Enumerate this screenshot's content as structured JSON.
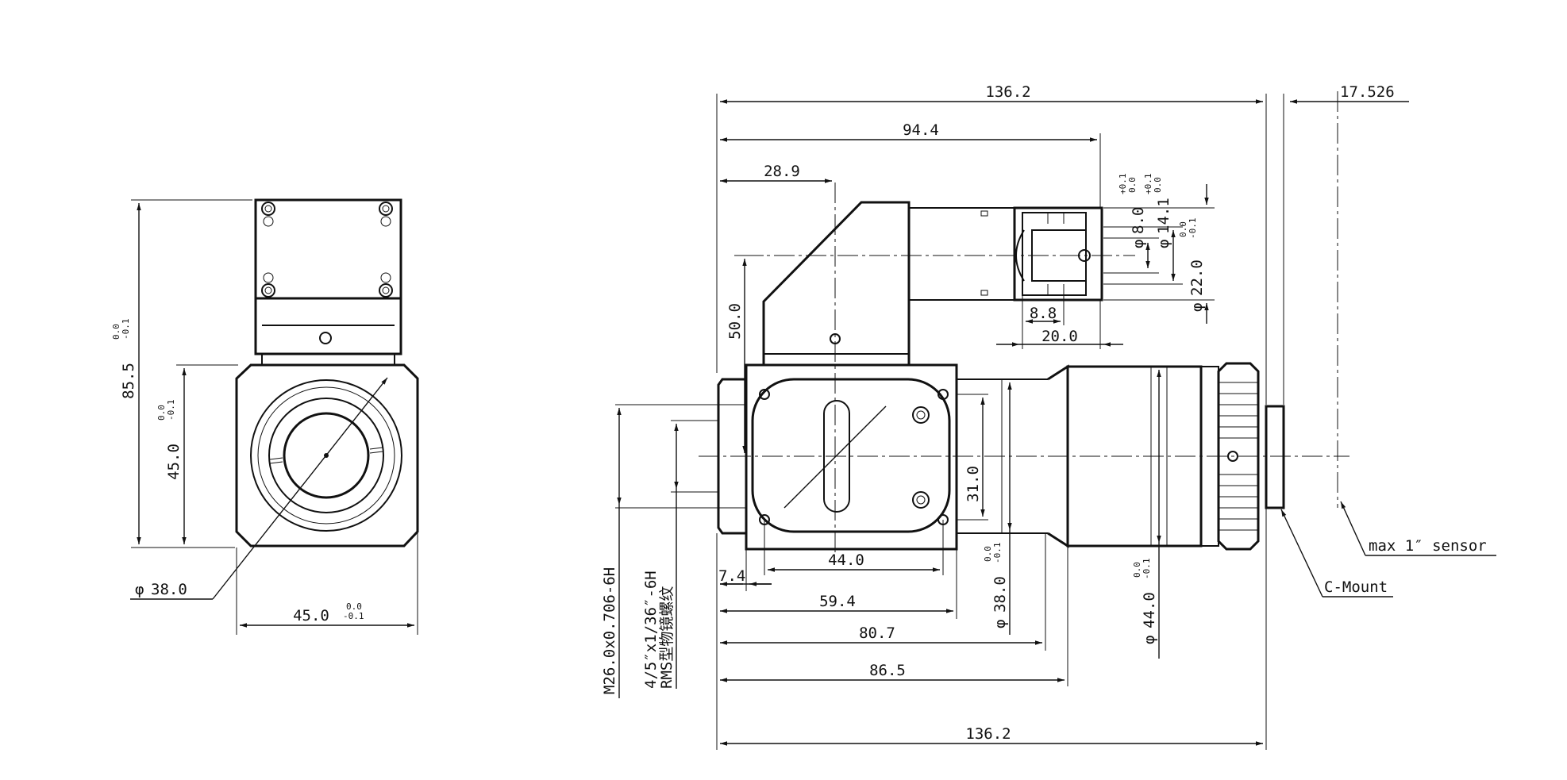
{
  "diagram": {
    "left_view": {
      "height_total": "85.5",
      "height_tol_upper": "0.0",
      "height_tol_lower": "-0.1",
      "height_body": "45.0",
      "height_body_tol_upper": "0.0",
      "height_body_tol_lower": "-0.1",
      "width_body": "45.0",
      "width_body_tol_upper": "0.0",
      "width_body_tol_lower": "-0.1",
      "diameter_bore": "38.0",
      "diameter_symbol": "φ"
    },
    "side_view": {
      "length_total_top": "136.2",
      "length_total_bottom": "136.2",
      "flange_offset": "17.526",
      "len_94_4": "94.4",
      "len_28_9": "28.9",
      "dia_8_0": "8.0",
      "dia_8_0_tol_upper": "+0.1",
      "dia_8_0_tol_lower": "0.0",
      "dia_14_1": "14.1",
      "dia_14_1_tol_upper": "+0.1",
      "dia_14_1_tol_lower": "0.0",
      "dia_22_0": "22.0",
      "dia_22_0_tol_upper": "0.0",
      "dia_22_0_tol_lower": "-0.1",
      "len_8_8": "8.8",
      "len_20_0": "20.0",
      "height_50_0": "50.0",
      "height_31_0": "31.0",
      "len_44_0": "44.0",
      "len_7_4": "7.4",
      "len_59_4": "59.4",
      "len_80_7": "80.7",
      "len_86_5": "86.5",
      "dia_38_0": "38.0",
      "dia_38_0_tol_upper": "0.0",
      "dia_38_0_tol_lower": "-0.1",
      "dia_44_0": "44.0",
      "dia_44_0_tol_upper": "0.0",
      "dia_44_0_tol_lower": "-0.1",
      "thread_m26": "M26.0x0.706-6H",
      "thread_rms_line1": "4/5″x1/36″-6H",
      "thread_rms_line2": "RMS型物镜螺纹",
      "label_sensor": "max 1″ sensor",
      "label_cmount": "C-Mount"
    }
  }
}
